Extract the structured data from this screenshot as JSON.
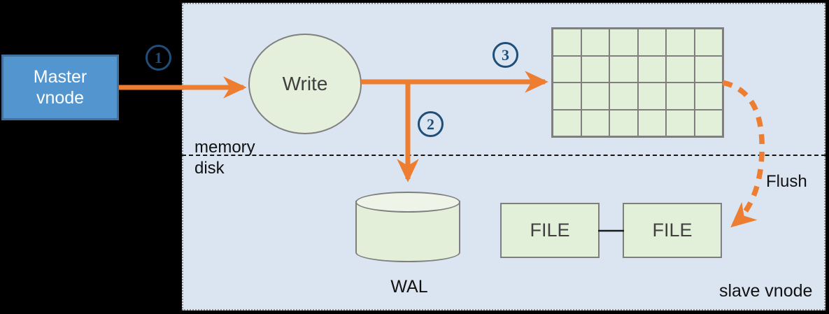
{
  "diagram": {
    "master": {
      "label": "Master\nvnode"
    },
    "write": {
      "label": "Write"
    },
    "steps": [
      "1",
      "2",
      "3"
    ],
    "labels": {
      "memory": "memory",
      "disk": "disk",
      "wal": "WAL",
      "flush": "Flush",
      "slave": "slave vnode"
    },
    "files": [
      "FILE",
      "FILE"
    ],
    "memtable_grid": {
      "rows": 4,
      "cols": 6
    },
    "colors": {
      "background": "#000000",
      "panel_bg": "#DBE5F1",
      "panel_border": "#8E8E8E",
      "master_fill": "#5295CF",
      "master_border": "#41719C",
      "shape_green": "#E2EFD9",
      "shape_border": "#7F7F7F",
      "arrow_orange": "#ED7D31",
      "step_blue": "#1F4E79",
      "divider_black": "#141414"
    }
  }
}
